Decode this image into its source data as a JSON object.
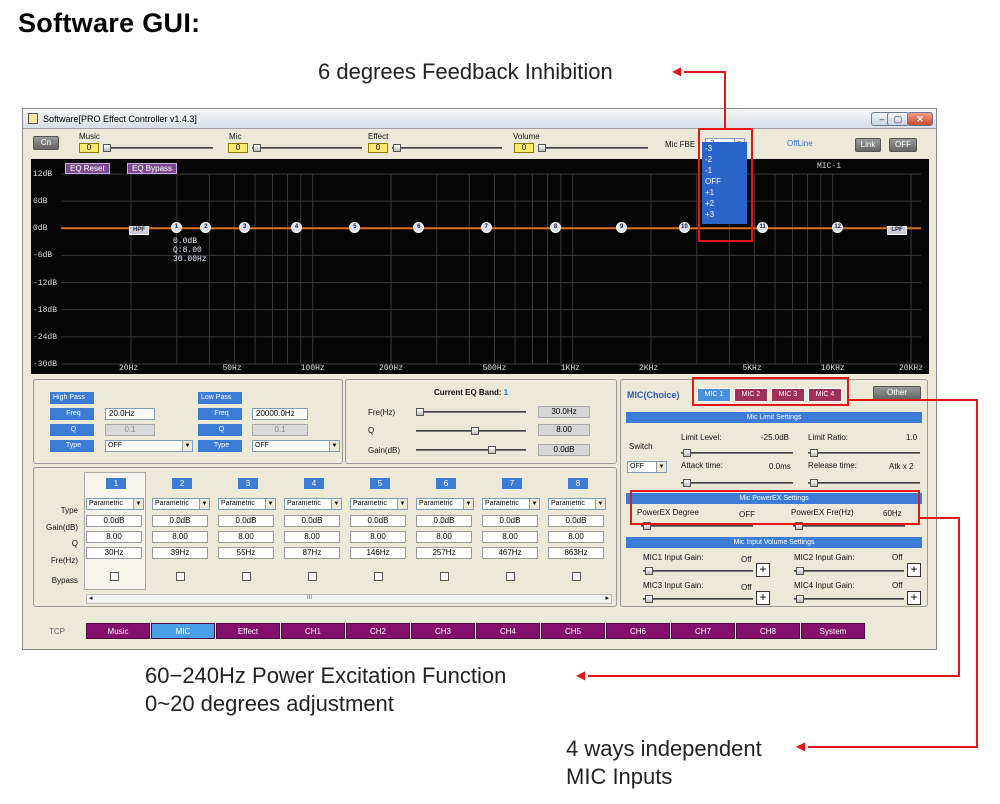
{
  "page_title": "Software GUI:",
  "callouts": {
    "fbe": "6 degrees Feedback Inhibition",
    "powerex_1": "60−240Hz Power Excitation Function",
    "powerex_2": "0~20 degrees adjustment",
    "mic_1": "4 ways independent",
    "mic_2": "MIC Inputs"
  },
  "window": {
    "title": "Software[PRO Effect Controller v1.4.3]",
    "min": "–",
    "max": "▢",
    "close": "✕"
  },
  "topbar": {
    "cn": "Cn",
    "music_label": "Music",
    "music_val": "0",
    "mic_label": "Mic",
    "mic_val": "0",
    "effect_label": "Effect",
    "effect_val": "0",
    "volume_label": "Volume",
    "volume_val": "0",
    "fbe_label": "Mic FBE",
    "fbe_value": "-3",
    "offline": "OffLine",
    "link": "Link",
    "off": "OFF"
  },
  "fbe_options": [
    "-3",
    "-2",
    "-1",
    "OFF",
    "+1",
    "+2",
    "+3"
  ],
  "graph": {
    "eq_reset": "EQ Reset",
    "eq_bypass": "EQ Bypass",
    "channel": "MIC-1",
    "db_labels": [
      "12dB",
      "6dB",
      "0dB",
      "-6dB",
      "-12dB",
      "-18dB",
      "-24dB",
      "-30dB"
    ],
    "freq_labels": [
      "20Hz",
      "50Hz",
      "100Hz",
      "200Hz",
      "500Hz",
      "1KHz",
      "2KHz",
      "5KHz",
      "10KHz",
      "20KHz"
    ],
    "hpf": "HPF",
    "lpf": "LPF",
    "nodes": [
      "1",
      "2",
      "3",
      "4",
      "5",
      "6",
      "7",
      "8",
      "9",
      "10",
      "11",
      "12"
    ],
    "readout": [
      "0.0dB",
      "Q:8.00",
      "30.00Hz"
    ]
  },
  "filters": {
    "high_pass": "High Pass",
    "low_pass": "Low Pass",
    "freq_label": "Freq",
    "q_label": "Q",
    "type_label": "Type",
    "hp_freq": "20.0Hz",
    "hp_q": "0.1",
    "hp_type": "OFF",
    "lp_freq": "20000.0Hz",
    "lp_q": "0.1",
    "lp_type": "OFF"
  },
  "current_band": {
    "title": "Current EQ Band:",
    "band": "1",
    "fre_label": "Fre(Hz)",
    "fre_val": "30.0Hz",
    "q_label": "Q",
    "q_val": "8.00",
    "gain_label": "Gain(dB)",
    "gain_val": "0.0dB"
  },
  "eq_table": {
    "row_labels": [
      "Type",
      "Gain(dB)",
      "Q",
      "Fre(Hz)",
      "Bypass"
    ],
    "bands": [
      {
        "n": "1",
        "type": "Parametric",
        "gain": "0.0dB",
        "q": "8.00",
        "fre": "30Hz"
      },
      {
        "n": "2",
        "type": "Parametric",
        "gain": "0.0dB",
        "q": "8.00",
        "fre": "39Hz"
      },
      {
        "n": "3",
        "type": "Parametric",
        "gain": "0.0dB",
        "q": "8.00",
        "fre": "55Hz"
      },
      {
        "n": "4",
        "type": "Parametric",
        "gain": "0.0dB",
        "q": "8.00",
        "fre": "87Hz"
      },
      {
        "n": "5",
        "type": "Parametric",
        "gain": "0.0dB",
        "q": "8.00",
        "fre": "146Hz"
      },
      {
        "n": "6",
        "type": "Parametric",
        "gain": "0.0dB",
        "q": "8.00",
        "fre": "257Hz"
      },
      {
        "n": "7",
        "type": "Parametric",
        "gain": "0.0dB",
        "q": "8.00",
        "fre": "467Hz"
      },
      {
        "n": "8",
        "type": "Parametric",
        "gain": "0.0dB",
        "q": "8.00",
        "fre": "863Hz"
      }
    ],
    "scroll_mark": "III"
  },
  "mic_panel": {
    "title": "MIC(Choice)",
    "mics": [
      "MIC 1",
      "MIC 2",
      "MIC 3",
      "MIC 4"
    ],
    "other": "Other",
    "limit_hdr": "Mic Limit Settings",
    "switch_label": "Switch",
    "switch_val": "OFF",
    "limit_level_label": "Limit Level:",
    "limit_level_val": "-25.0dB",
    "limit_ratio_label": "Limit Ratio:",
    "limit_ratio_val": "1.0",
    "attack_label": "Attack time:",
    "attack_val": "0.0ms",
    "release_label": "Release time:",
    "release_val": "Atk x 2",
    "powerex_hdr": "Mic PowerEX Settings",
    "powerex_degree_label": "PowerEX Degree",
    "powerex_degree_val": "OFF",
    "powerex_fre_label": "PowerEX Fre(Hz)",
    "powerex_fre_val": "60Hz",
    "input_hdr": "Mic Input Volume Settings",
    "gains": [
      {
        "label": "MIC1 Input Gain:",
        "val": "Off"
      },
      {
        "label": "MIC2 Input Gain:",
        "val": "Off"
      },
      {
        "label": "MIC3 Input Gain:",
        "val": "Off"
      },
      {
        "label": "MIC4 Input Gain:",
        "val": "Off"
      }
    ]
  },
  "tabs": {
    "tcp": "TCP",
    "items": [
      "Music",
      "MIC",
      "Effect",
      "CH1",
      "CH2",
      "CH3",
      "CH4",
      "CH5",
      "CH6",
      "CH7",
      "CH8",
      "System"
    ]
  },
  "colors": {
    "accent_blue": "#3d7cd6",
    "tab_purple": "#84106e",
    "callout_red": "#e21818",
    "eq_line": "#e0701a",
    "highlight_yellow": "#ffe96b"
  }
}
